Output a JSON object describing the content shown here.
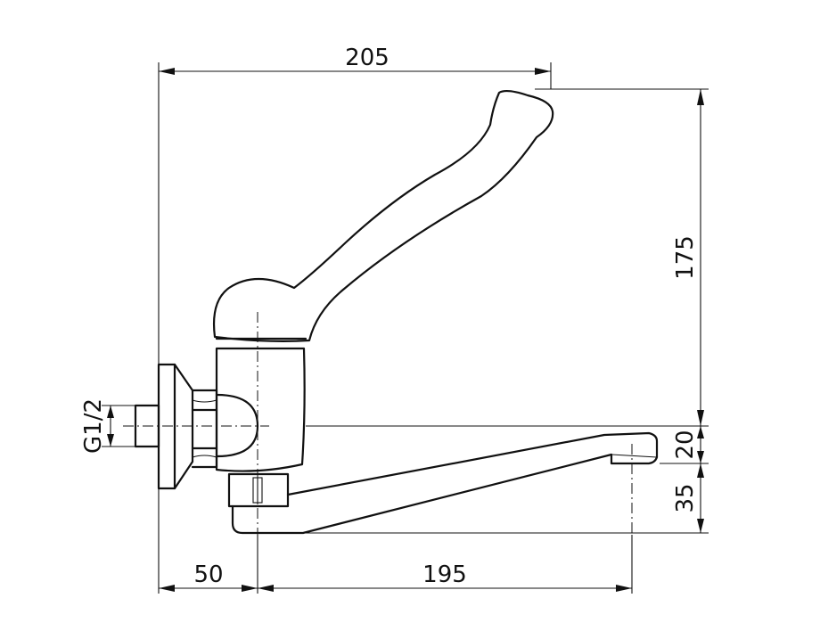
{
  "dimensions": {
    "overall_width": "205",
    "height": "175",
    "spout_offset": "20",
    "spout_height": "35",
    "wall_to_axis": "50",
    "spout_reach": "195",
    "thread": "G1/2"
  }
}
